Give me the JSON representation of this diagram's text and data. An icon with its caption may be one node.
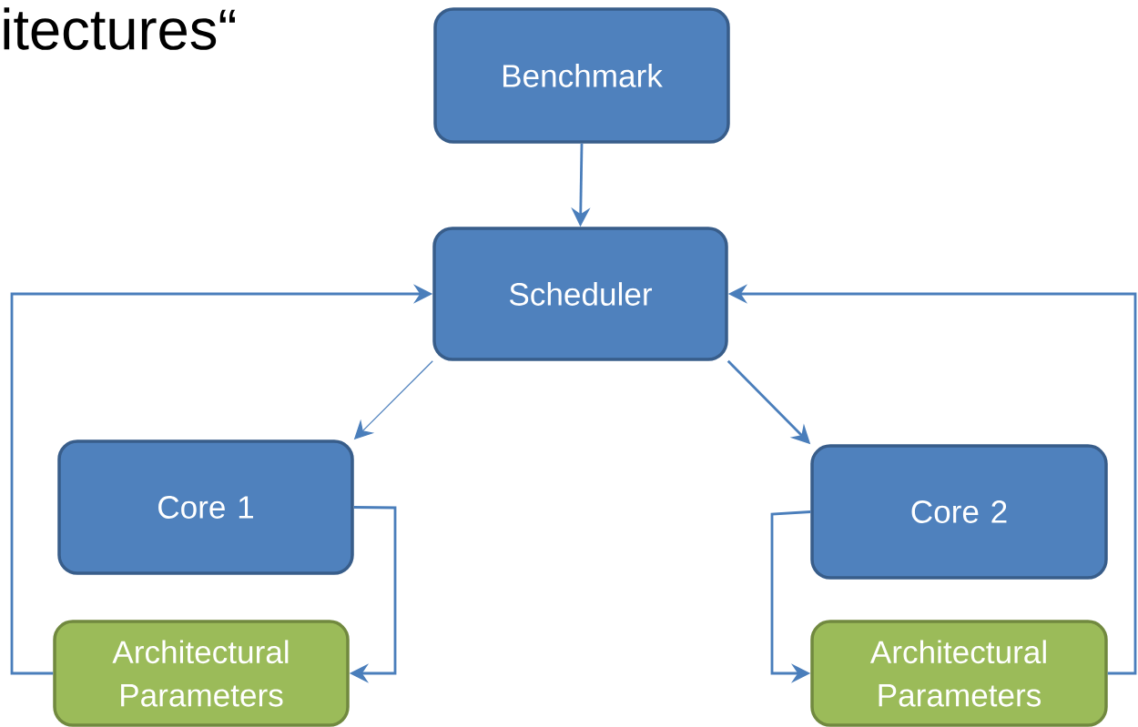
{
  "diagram": {
    "nodes": [
      {
        "text": [
          "Benchmark"
        ]
      },
      {
        "text": [
          "Scheduler"
        ]
      },
      {
        "text": [
          "Core 1"
        ]
      },
      {
        "text": [
          "Core 2"
        ]
      },
      {
        "text": [
          "Architectural Parameters"
        ]
      },
      {
        "text": [
          "Architectural Parameters"
        ]
      }
    ],
    "edges": [
      {
        "from": 0,
        "to": 1,
        "arrow": "to"
      },
      {
        "from": 1,
        "to": 2,
        "arrow": "to"
      },
      {
        "from": 1,
        "to": 3,
        "arrow": "to"
      },
      {
        "from": 2,
        "to": 4,
        "arrow": "to"
      },
      {
        "from": 3,
        "to": 5,
        "arrow": "to"
      },
      {
        "from": 4,
        "to": 1,
        "arrow": "to"
      },
      {
        "from": 5,
        "to": 1,
        "arrow": "to"
      }
    ],
    "labels": [
      "itectures“"
    ]
  }
}
